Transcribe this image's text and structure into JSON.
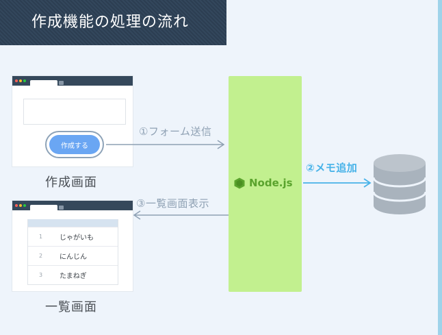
{
  "title": "作成機能の処理の流れ",
  "create_screen": {
    "button_label": "作成する",
    "caption": "作成画面"
  },
  "list_screen": {
    "items": [
      {
        "num": "1",
        "text": "じゃがいも"
      },
      {
        "num": "2",
        "text": "にんじん"
      },
      {
        "num": "3",
        "text": "たまねぎ"
      }
    ],
    "caption": "一覧画面"
  },
  "server": {
    "label": "Node.js",
    "icon": "hexagon-node-icon"
  },
  "arrows": {
    "form_submit": "①フォーム送信",
    "add_memo": "②メモ追加",
    "show_list": "③一覧画面表示"
  },
  "colors": {
    "title_bg": "#33475c",
    "server_bg": "#c2f08f",
    "server_text": "#5aa32d",
    "arrow_gray": "#8ea0b3",
    "arrow_blue": "#46b2e8",
    "button_blue": "#6aa6f3",
    "database": "#a9b3bd"
  }
}
